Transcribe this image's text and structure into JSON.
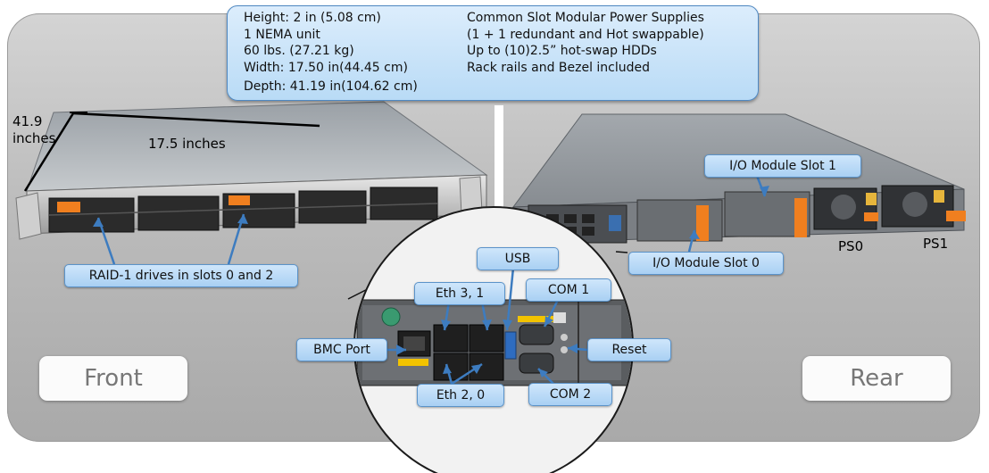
{
  "specs": {
    "left": [
      "Height: 2 in (5.08 cm)",
      "1 NEMA unit",
      "60 lbs. (27.21 kg)",
      "Width: 17.50 in(44.45 cm)",
      "Depth: 41.19 in(104.62 cm)"
    ],
    "right": [
      "Common Slot Modular Power Supplies",
      "(1 + 1 redundant and Hot swappable)",
      "Up to (10)2.5” hot-swap HDDs",
      "Rack rails and Bezel included"
    ]
  },
  "front": {
    "depth_dim": "41.9\ninches",
    "width_dim": "17.5 inches",
    "raid_label": "RAID-1 drives in slots 0 and 2",
    "view_label": "Front"
  },
  "rear": {
    "io_slot_1": "I/O Module Slot 1",
    "io_slot_0": "I/O Module Slot 0",
    "ps0": "PS0",
    "ps1": "PS1",
    "view_label": "Rear"
  },
  "ports": {
    "usb": "USB",
    "eth31": "Eth 3, 1",
    "com1": "COM 1",
    "bmc": "BMC Port",
    "reset": "Reset",
    "eth20": "Eth 2, 0",
    "com2": "COM 2"
  },
  "colors": {
    "label_fill": "#b9dbf6",
    "label_border": "#5b93c9",
    "arrow": "#3d7cc0",
    "raid_orange": "#f07f1f"
  }
}
